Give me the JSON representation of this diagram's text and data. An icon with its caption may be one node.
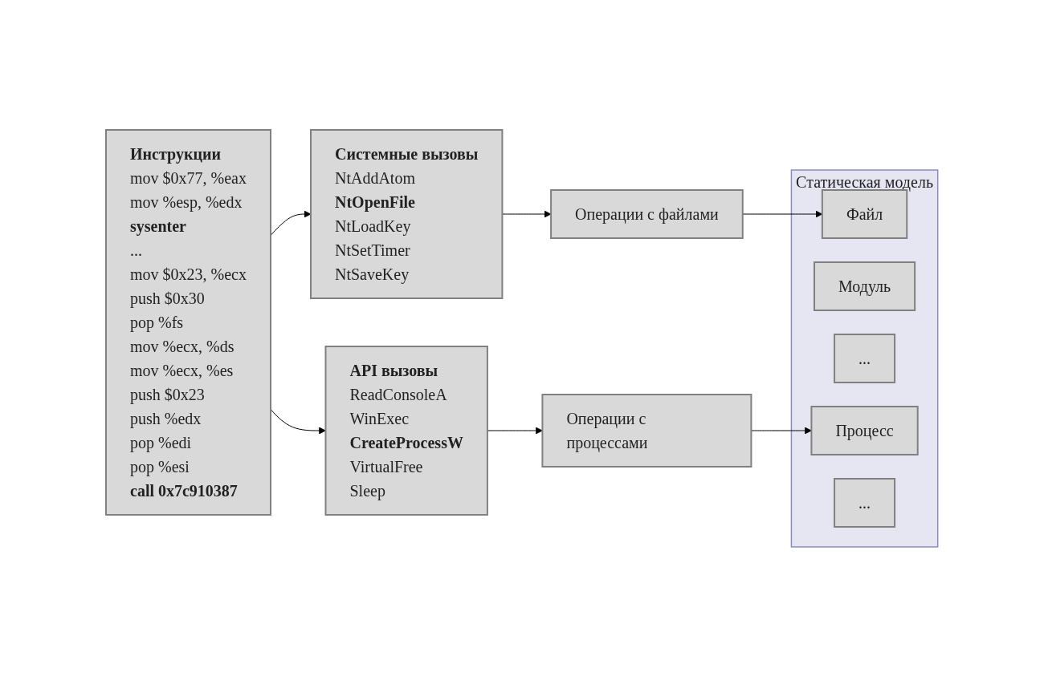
{
  "diagram": {
    "nodes": [
      {
        "text": [
          "Инструкции",
          "mov $0x77, %eax",
          "mov %esp, %edx",
          "sysenter",
          "...",
          "mov $0x23, %ecx",
          "push $0x30",
          "pop %fs",
          "mov %ecx, %ds",
          "mov %ecx, %es",
          "push $0x23",
          "push %edx",
          "pop %edi",
          "pop %esi",
          "call 0x7c910387"
        ]
      },
      {
        "text": [
          "Системные вызовы",
          "NtAddAtom",
          "NtOpenFile",
          "NtLoadKey",
          "NtSetTimer",
          "NtSaveKey"
        ]
      },
      {
        "text": [
          "API вызовы",
          "ReadConsoleA",
          "WinExec",
          "CreateProcessW",
          "VirtualFree",
          "Sleep"
        ]
      },
      {
        "text": [
          "Операции с файлами"
        ]
      },
      {
        "text": [
          "Операции с процессами"
        ]
      },
      {
        "text": [
          "Статическая модель"
        ]
      },
      {
        "text": [
          "Файл"
        ],
        "in": 5
      },
      {
        "text": [
          "Модуль"
        ],
        "in": 5
      },
      {
        "text": [
          "..."
        ],
        "in": 5
      },
      {
        "text": [
          "Процесс"
        ],
        "in": 5
      },
      {
        "text": [
          "..."
        ],
        "in": 5
      }
    ],
    "edges": [
      {
        "from": 0,
        "to": 1,
        "arrow": "to"
      },
      {
        "from": 0,
        "to": 2,
        "arrow": "to"
      },
      {
        "from": 1,
        "to": 3,
        "arrow": "to"
      },
      {
        "from": 2,
        "to": 4,
        "arrow": "to"
      },
      {
        "from": 3,
        "to": 6,
        "arrow": "to"
      },
      {
        "from": 4,
        "to": 9,
        "arrow": "to"
      }
    ]
  }
}
